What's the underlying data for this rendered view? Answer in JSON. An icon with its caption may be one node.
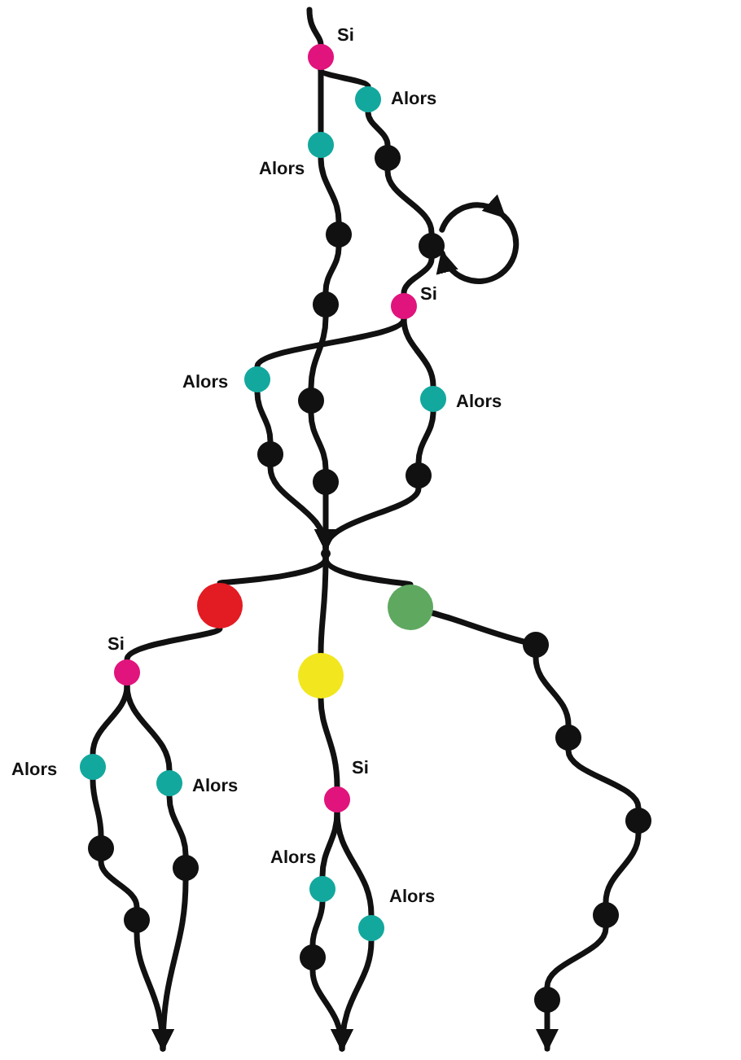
{
  "diagram": {
    "nodes": [
      {
        "text": [],
        "shape": "circle",
        "beside": [
          "Si"
        ]
      },
      {
        "text": [],
        "shape": "circle",
        "beside": [
          "Alors"
        ]
      },
      {
        "text": [],
        "shape": "circle",
        "beside": [
          "Alors"
        ]
      },
      {
        "text": [],
        "shape": "circle"
      },
      {
        "text": [],
        "shape": "circle"
      },
      {
        "text": [],
        "shape": "circle"
      },
      {
        "text": [],
        "shape": "circle"
      },
      {
        "text": [],
        "shape": "circle",
        "beside": [
          "Si"
        ]
      },
      {
        "text": [],
        "shape": "circle",
        "beside": [
          "Alors"
        ]
      },
      {
        "text": [],
        "shape": "circle",
        "beside": [
          "Alors"
        ]
      },
      {
        "text": [],
        "shape": "circle"
      },
      {
        "text": [],
        "shape": "circle"
      },
      {
        "text": [],
        "shape": "circle"
      },
      {
        "text": [],
        "shape": "circle"
      },
      {
        "text": [],
        "shape": "circle"
      },
      {
        "text": [],
        "shape": "circle"
      },
      {
        "text": [],
        "shape": "circle"
      },
      {
        "text": [],
        "shape": "circle",
        "beside": [
          "Si"
        ]
      },
      {
        "text": [],
        "shape": "circle",
        "beside": [
          "Alors"
        ]
      },
      {
        "text": [],
        "shape": "circle",
        "beside": [
          "Alors"
        ]
      },
      {
        "text": [],
        "shape": "circle"
      },
      {
        "text": [],
        "shape": "circle"
      },
      {
        "text": [],
        "shape": "circle"
      },
      {
        "text": [],
        "shape": "circle",
        "beside": [
          "Si"
        ]
      },
      {
        "text": [],
        "shape": "circle",
        "beside": [
          "Alors"
        ]
      },
      {
        "text": [],
        "shape": "circle",
        "beside": [
          "Alors"
        ]
      },
      {
        "text": [],
        "shape": "circle"
      },
      {
        "text": [],
        "shape": "circle"
      },
      {
        "text": [],
        "shape": "circle"
      },
      {
        "text": [],
        "shape": "circle"
      },
      {
        "text": [],
        "shape": "circle"
      },
      {
        "text": [],
        "shape": "circle"
      },
      {
        "text": [],
        "shape": "point"
      }
    ],
    "edges": [
      {
        "from": null,
        "to": 0,
        "arrow": "none"
      },
      {
        "from": 0,
        "to": 1,
        "arrow": "none"
      },
      {
        "from": 0,
        "to": 2,
        "arrow": "none"
      },
      {
        "from": 1,
        "to": 3,
        "arrow": "none"
      },
      {
        "from": 3,
        "to": 5,
        "arrow": "none"
      },
      {
        "from": 2,
        "to": 4,
        "arrow": "none"
      },
      {
        "from": 4,
        "to": 6,
        "arrow": "none"
      },
      {
        "from": 6,
        "to": 10,
        "arrow": "none"
      },
      {
        "from": 10,
        "to": 12,
        "arrow": "none"
      },
      {
        "from": 12,
        "to": 32,
        "arrow": "to"
      },
      {
        "from": 5,
        "to": 7,
        "arrow": "none"
      },
      {
        "from": 7,
        "to": 8,
        "arrow": "none"
      },
      {
        "from": 7,
        "to": 9,
        "arrow": "none"
      },
      {
        "from": 8,
        "to": 11,
        "arrow": "none"
      },
      {
        "from": 11,
        "to": 32,
        "arrow": "to"
      },
      {
        "from": 9,
        "to": 13,
        "arrow": "none"
      },
      {
        "from": 13,
        "to": 32,
        "arrow": "to"
      },
      {
        "from": 5,
        "to": 5,
        "arrow": "to"
      },
      {
        "from": 32,
        "to": 14,
        "arrow": "none"
      },
      {
        "from": 32,
        "to": 15,
        "arrow": "none"
      },
      {
        "from": 32,
        "to": 16,
        "arrow": "none"
      },
      {
        "from": 14,
        "to": 17,
        "arrow": "none"
      },
      {
        "from": 17,
        "to": 18,
        "arrow": "none"
      },
      {
        "from": 17,
        "to": 19,
        "arrow": "none"
      },
      {
        "from": 18,
        "to": 20,
        "arrow": "none"
      },
      {
        "from": 20,
        "to": 22,
        "arrow": "none"
      },
      {
        "from": 22,
        "to": null,
        "arrow": "to"
      },
      {
        "from": 19,
        "to": 21,
        "arrow": "none"
      },
      {
        "from": 21,
        "to": null,
        "arrow": "to"
      },
      {
        "from": 15,
        "to": 23,
        "arrow": "none"
      },
      {
        "from": 23,
        "to": 24,
        "arrow": "none"
      },
      {
        "from": 23,
        "to": 25,
        "arrow": "none"
      },
      {
        "from": 24,
        "to": 26,
        "arrow": "none"
      },
      {
        "from": 26,
        "to": null,
        "arrow": "to"
      },
      {
        "from": 25,
        "to": null,
        "arrow": "to"
      },
      {
        "from": 16,
        "to": 27,
        "arrow": "none"
      },
      {
        "from": 27,
        "to": 28,
        "arrow": "none"
      },
      {
        "from": 28,
        "to": 29,
        "arrow": "none"
      },
      {
        "from": 29,
        "to": 30,
        "arrow": "none"
      },
      {
        "from": 30,
        "to": 31,
        "arrow": "none"
      },
      {
        "from": 31,
        "to": null,
        "arrow": "to"
      }
    ]
  }
}
